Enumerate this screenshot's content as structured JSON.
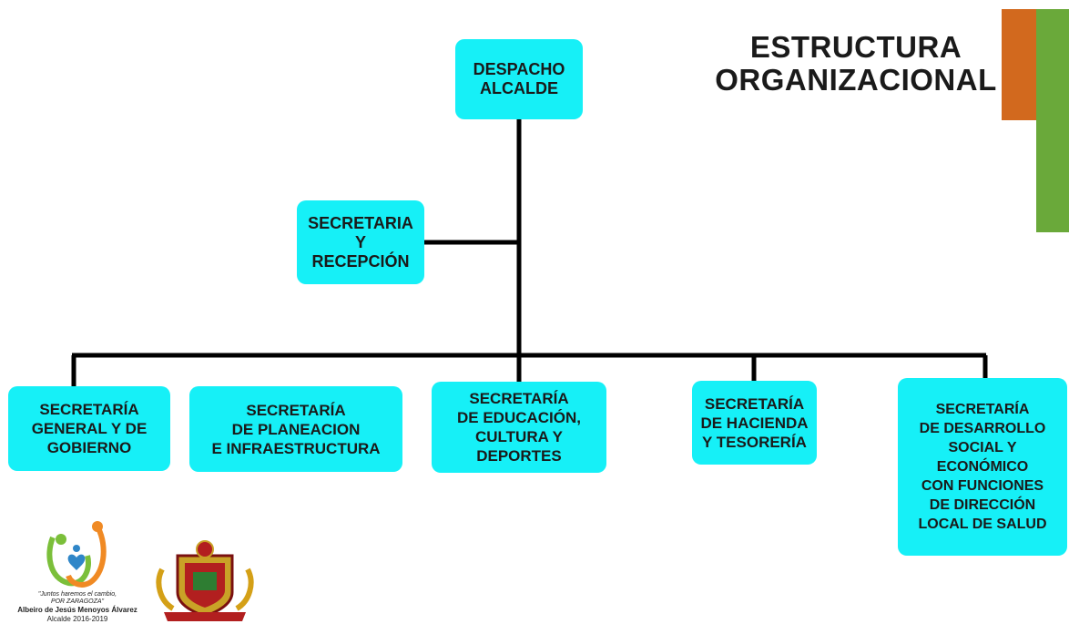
{
  "title": "ESTRUCTURA\nORGANIZACIONAL",
  "colors": {
    "box": "#16f0f7",
    "line": "#000000",
    "accent_orange": "#d2691e",
    "accent_green": "#6aa93a"
  },
  "nodes": {
    "despacho": "DESPACHO\nALCALDE",
    "secretaria_recepcion": "SECRETARIA\nY\nRECEPCIÓN",
    "general_gobierno": "SECRETARÍA\nGENERAL Y DE\nGOBIERNO",
    "planeacion": "SECRETARÍA\nDE PLANEACION\nE INFRAESTRUCTURA",
    "educacion": "SECRETARÍA\nDE EDUCACIÓN,\nCULTURA Y\nDEPORTES",
    "hacienda": "SECRETARÍA\nDE HACIENDA\nY TESORERÍA",
    "desarrollo": "SECRETARÍA\nDE DESARROLLO\nSOCIAL Y\nECONÓMICO\nCON FUNCIONES\nDE DIRECCIÓN\nLOCAL DE SALUD"
  },
  "footer": {
    "slogan": "\"Juntos haremos el cambio,",
    "slogan2": "POR ZARAGOZA\"",
    "name": "Albeiro de Jesús Menoyos Álvarez",
    "term": "Alcalde 2016-2019"
  }
}
